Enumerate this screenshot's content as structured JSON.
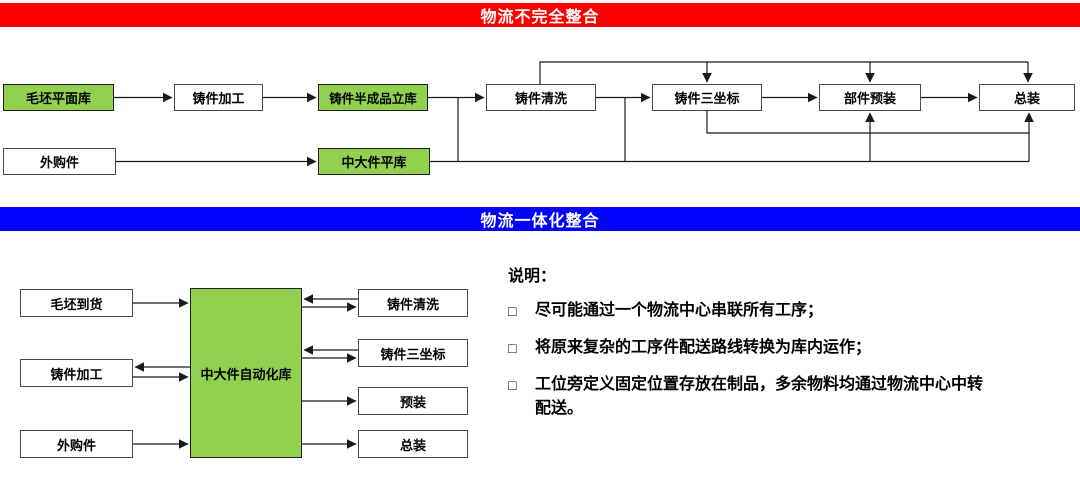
{
  "colors": {
    "red": "#fe0000",
    "blue": "#0303fb",
    "green": "#92d050",
    "line": "#1a1a1a"
  },
  "banners": {
    "incomplete": "物流不完全整合",
    "integrated": "物流一体化整合"
  },
  "top_flow": {
    "blank_flat_store": "毛坯平面库",
    "casting_machining": "铸件加工",
    "casting_semi_store": "铸件半成品立库",
    "casting_cleaning": "铸件清洗",
    "casting_cmm": "铸件三坐标",
    "part_preassembly": "部件预装",
    "final_assembly": "总装",
    "purchased_parts": "外购件",
    "mid_large_flat_store": "中大件平库"
  },
  "bottom_flow": {
    "blank_arrival": "毛坯到货",
    "casting_machining": "铸件加工",
    "purchased_parts": "外购件",
    "auto_warehouse": "中大件自动化库",
    "casting_cleaning": "铸件清洗",
    "casting_cmm": "铸件三坐标",
    "preassembly": "预装",
    "final_assembly": "总装"
  },
  "notes": {
    "title": "说明：",
    "bullet_glyph": "□",
    "bullets": [
      "尽可能通过一个物流中心串联所有工序；",
      "将原来复杂的工序件配送路线转换为库内运作；",
      "工位旁定义固定位置存放在制品，多余物料均通过物流中心中转配送。"
    ]
  }
}
